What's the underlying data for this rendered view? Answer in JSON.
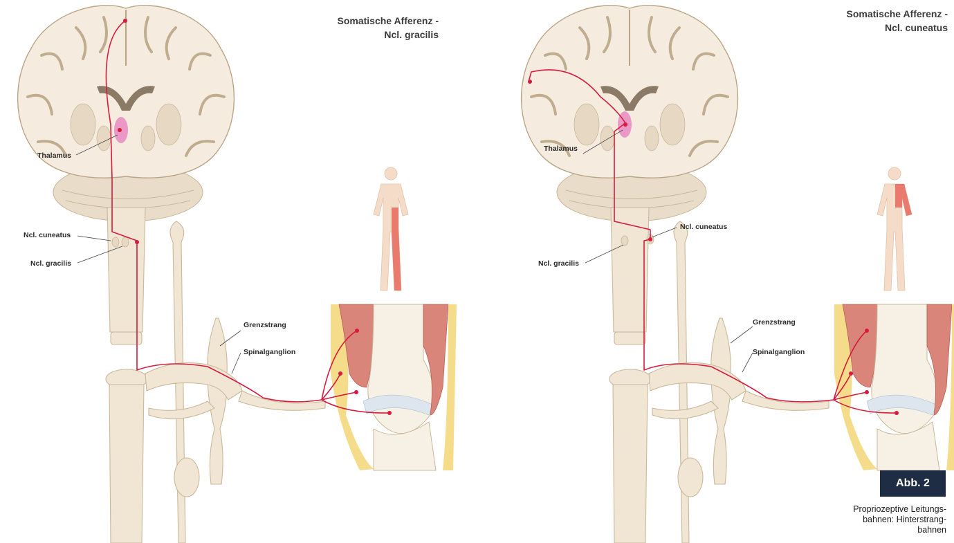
{
  "panels": [
    {
      "title_line1": "Somatische Afferenz -",
      "title_line2": "Ncl. gracilis",
      "labels": {
        "thalamus": "Thalamus",
        "ncl_cuneatus": "Ncl. cuneatus",
        "ncl_gracilis": "Ncl. gracilis",
        "grenzstrang": "Grenzstrang",
        "spinalganglion": "Spinalganglion"
      },
      "highlighted_body_region": "leg"
    },
    {
      "title_line1": "Somatische Afferenz -",
      "title_line2": "Ncl. cuneatus",
      "labels": {
        "thalamus": "Thalamus",
        "ncl_cuneatus": "Ncl. cuneatus",
        "ncl_gracilis": "Ncl. gracilis",
        "grenzstrang": "Grenzstrang",
        "spinalganglion": "Spinalganglion"
      },
      "highlighted_body_region": "arm"
    }
  ],
  "figure": {
    "badge": "Abb. 2",
    "caption_line1": "Propriozeptive Leitungs-",
    "caption_line2": "bahnen: Hinterstrang-",
    "caption_line3": "bahnen"
  },
  "colors": {
    "pathway": "#d61b3c",
    "thalamus": "#e98ac2",
    "badge_bg": "#1f2d44",
    "body_highlight": "#e87a6e",
    "tissue": "#f1e6d4"
  }
}
